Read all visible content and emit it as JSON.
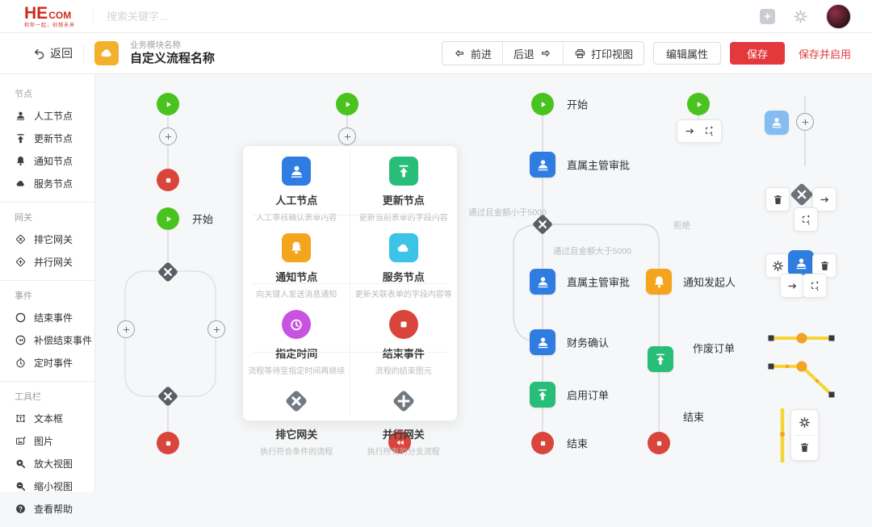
{
  "header": {
    "logo_he": "HE",
    "logo_com": "COM",
    "logo_tagline": "和你一起，创想未来",
    "search_placeholder": "搜索关键字..."
  },
  "toolbar": {
    "back_label": "返回",
    "module_label": "业务模块名称",
    "flow_title": "自定义流程名称",
    "forward_label": "前进",
    "backward_label": "后退",
    "print_label": "打印视图",
    "edit_props_label": "编辑属性",
    "save_label": "保存",
    "save_enable_label": "保存并启用"
  },
  "sidebar": {
    "sections": [
      {
        "title": "节点",
        "items": [
          {
            "icon": "user-icon",
            "label": "人工节点"
          },
          {
            "icon": "upload-icon",
            "label": "更新节点"
          },
          {
            "icon": "bell-icon",
            "label": "通知节点"
          },
          {
            "icon": "cloud-icon",
            "label": "服务节点"
          }
        ]
      },
      {
        "title": "网关",
        "items": [
          {
            "icon": "diamond-x-icon",
            "label": "排它网关"
          },
          {
            "icon": "diamond-plus-icon",
            "label": "并行网关"
          }
        ]
      },
      {
        "title": "事件",
        "items": [
          {
            "icon": "circle-icon",
            "label": "结束事件"
          },
          {
            "icon": "compensate-end-icon",
            "label": "补偿结束事件"
          },
          {
            "icon": "timer-icon",
            "label": "定时事件"
          }
        ]
      },
      {
        "title": "工具栏",
        "items": [
          {
            "icon": "textbox-icon",
            "label": "文本框"
          },
          {
            "icon": "image-icon",
            "label": "图片"
          },
          {
            "icon": "zoom-in-icon",
            "label": "放大视图"
          },
          {
            "icon": "zoom-out-icon",
            "label": "缩小视图"
          },
          {
            "icon": "help-icon",
            "label": "查看帮助"
          }
        ]
      }
    ]
  },
  "palette": {
    "cells": [
      {
        "icon": "user-node-icon",
        "title": "人工节点",
        "desc": "人工审核确认表单内容"
      },
      {
        "icon": "update-node-icon",
        "title": "更新节点",
        "desc": "更新当前表单的字段内容"
      },
      {
        "icon": "notify-node-icon",
        "title": "通知节点",
        "desc": "向关键人发送消息通知"
      },
      {
        "icon": "service-node-icon",
        "title": "服务节点",
        "desc": "更新关联表单的字段内容等"
      },
      {
        "icon": "timer-event-icon",
        "title": "指定时间",
        "desc": "流程等待至指定时间再继续"
      },
      {
        "icon": "end-event-icon",
        "title": "结束事件",
        "desc": "流程的结束图元"
      },
      {
        "icon": "exclusive-gateway-icon",
        "title": "排它网关",
        "desc": "执行符合条件的流程"
      },
      {
        "icon": "parallel-gateway-icon",
        "title": "并行网关",
        "desc": "执行所有的分支流程"
      }
    ]
  },
  "canvas": {
    "left_flow": {
      "start_label": "开始"
    },
    "main_flow": {
      "start_label": "开始",
      "approve1_label": "直属主管审批",
      "cond_left": "通过且金额小于5000",
      "cond_mid": "通过且金额大于5000",
      "cond_right": "拒绝",
      "approve2_label": "直属主管审批",
      "notify_label": "通知发起人",
      "finance_label": "财务确认",
      "cancel_label": "作废订单",
      "enable_label": "启用订单",
      "end_left_label": "结束",
      "end_right_label": "结束"
    }
  },
  "colors": {
    "accent_red": "#e4393c",
    "start_green": "#49c31e",
    "node_blue": "#2f7de1",
    "node_orange": "#f5a51d",
    "node_green": "#29bd7a",
    "node_teal": "#3cc3e8",
    "node_purple": "#c853e0",
    "end_red": "#d9453c",
    "connector_yellow": "#f6d434"
  }
}
